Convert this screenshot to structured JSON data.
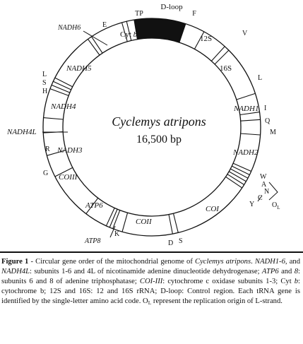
{
  "genome": {
    "species": "Cyclemys atripons",
    "size": "16,500 bp"
  },
  "labels": {
    "dloop": "D-loop",
    "tp": "TP",
    "f": "F",
    "rrna12s": "12S",
    "v": "V",
    "rrna16s": "16S",
    "l_right": "L",
    "nadh1": "NADH1",
    "i": "I",
    "q": "Q",
    "m": "M",
    "nadh2": "NADH2",
    "w": "W",
    "a": "A",
    "n": "N",
    "c": "C",
    "y": "Y",
    "ol_main": "O",
    "ol_sub": "L",
    "coi": "COI",
    "s": "S",
    "d": "D",
    "coii": "COII",
    "k": "K",
    "atp8": "ATP8",
    "atp6": "ATP6",
    "coiii": "COIII",
    "g": "G",
    "nadh3": "NADH3",
    "r": "R",
    "nadh4l": "NADH4L",
    "nadh4": "NADH4",
    "h": "H",
    "s_left": "S",
    "l_left": "L",
    "nadh5": "NADH5",
    "nadh6": "NADH6",
    "e": "E",
    "cytb_main": "Cyt ",
    "cytb_it": "b"
  },
  "caption": {
    "fig_label": "Figure 1",
    "s1": " - Circular gene order of the mitochondrial genome of ",
    "s2": "Cyclemys atripons",
    "s3": ". ",
    "s4": "NADH1-6",
    "s5": ", and ",
    "s6": "NADH4L",
    "s7": ": subunits 1-6 and 4L of nicotinamide adenine dinucleotide dehydrogenase; ",
    "s8": "ATP6",
    "s9": " and ",
    "s10": "8",
    "s11": ": subunits 6 and 8 of adenine triphosphatase; ",
    "s12": "COI-III",
    "s13": ": cytochrome c oxidase subunits 1-3; Cyt ",
    "s14": "b",
    "s15": ": cytochrome b; 12S and 16S: 12 and 16S rRNA; D-loop: Control region. Each tRNA gene is identified by the single-letter amino acid code. O",
    "s16": "L",
    "s17": " represent the replication origin of L-strand."
  }
}
